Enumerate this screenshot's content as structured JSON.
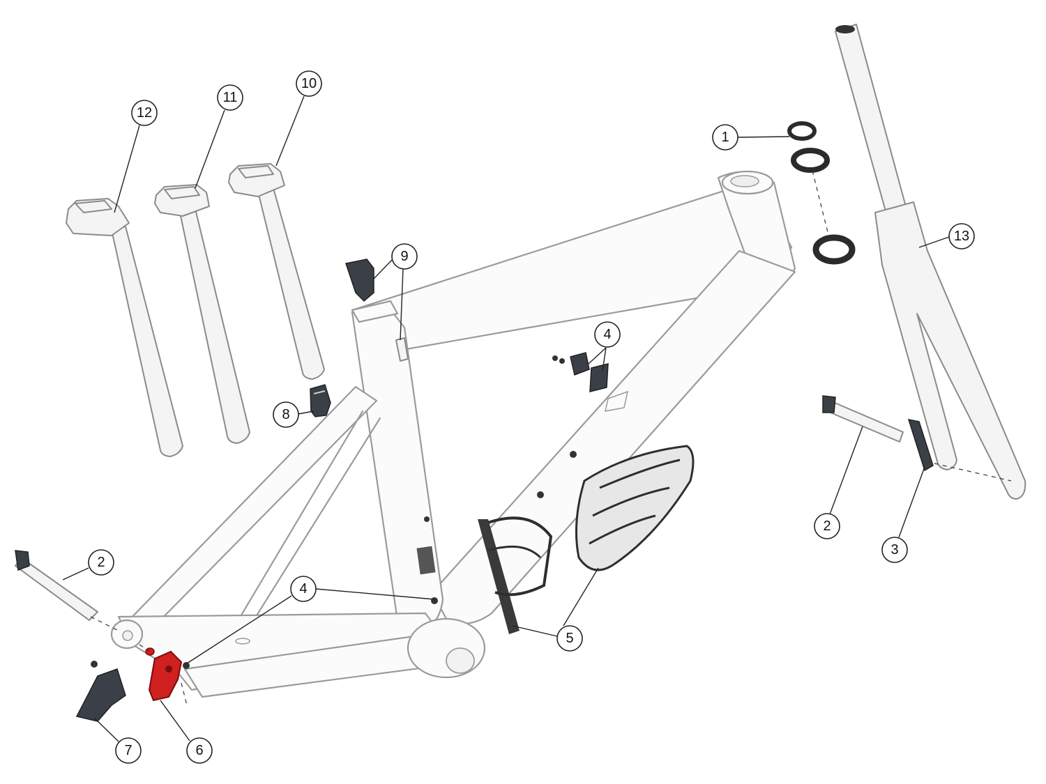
{
  "diagram": {
    "highlight_color": "#d0201f",
    "callouts": [
      {
        "id": "c1",
        "label": "1"
      },
      {
        "id": "c2a",
        "label": "2"
      },
      {
        "id": "c2b",
        "label": "2"
      },
      {
        "id": "c3",
        "label": "3"
      },
      {
        "id": "c4a",
        "label": "4"
      },
      {
        "id": "c4b",
        "label": "4"
      },
      {
        "id": "c5",
        "label": "5"
      },
      {
        "id": "c6",
        "label": "6"
      },
      {
        "id": "c7",
        "label": "7"
      },
      {
        "id": "c8",
        "label": "8"
      },
      {
        "id": "c9",
        "label": "9"
      },
      {
        "id": "c10",
        "label": "10"
      },
      {
        "id": "c11",
        "label": "11"
      },
      {
        "id": "c12",
        "label": "12"
      },
      {
        "id": "c13",
        "label": "13"
      }
    ]
  }
}
